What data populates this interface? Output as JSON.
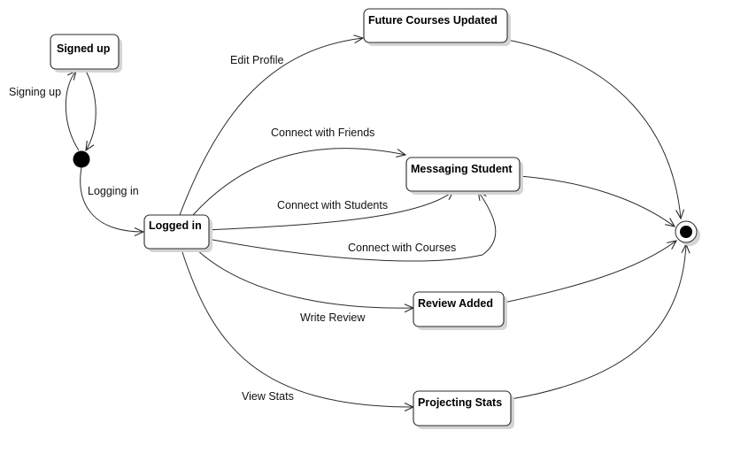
{
  "states": {
    "signed_up": "Signed up",
    "logged_in": "Logged in",
    "future_courses_updated": "Future Courses Updated",
    "messaging_student": "Messaging Student",
    "review_added": "Review Added",
    "projecting_stats": "Projecting Stats"
  },
  "transitions": {
    "signing_up": "Signing up",
    "logging_in": "Logging in",
    "edit_profile": "Edit Profile",
    "connect_with_friends": "Connect with Friends",
    "connect_with_students": "Connect with Students",
    "connect_with_courses": "Connect with Courses",
    "write_review": "Write Review",
    "view_stats": "View Stats"
  },
  "colors": {
    "stroke": "#2b2b2b",
    "shadow": "#d4d4d4",
    "background": "#ffffff"
  }
}
